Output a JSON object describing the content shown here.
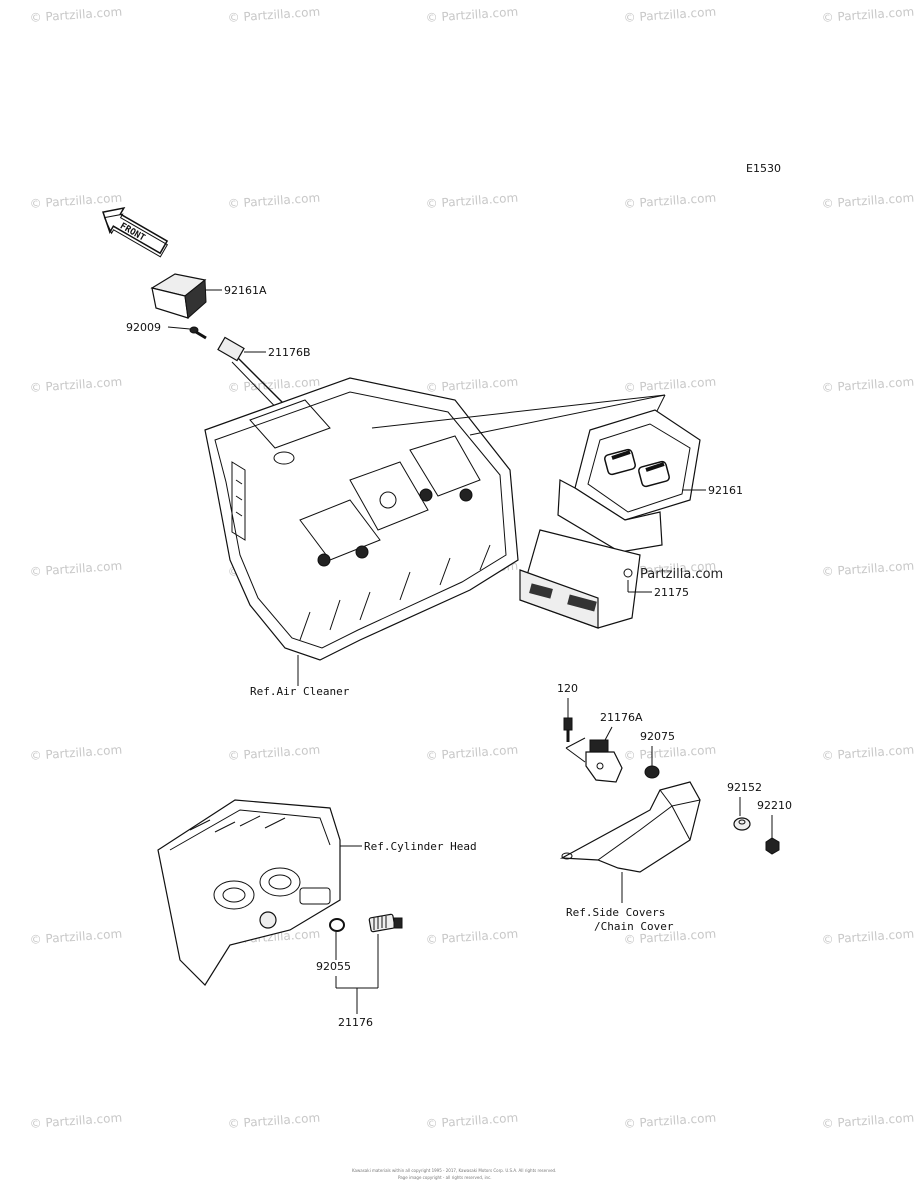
{
  "diagram_code": "E1530",
  "front_arrow_label": "FRONT",
  "watermark_text": "© Partzilla.com",
  "watermark_inline": "Partzilla.com",
  "part_labels": {
    "p92161A": "92161A",
    "p92009": "92009",
    "p21176B": "21176B",
    "p92161": "92161",
    "p21175": "21175",
    "p120": "120",
    "p21176A": "21176A",
    "p92075": "92075",
    "p92152": "92152",
    "p92210": "92210",
    "p92055": "92055",
    "p21176": "21176"
  },
  "reference_labels": {
    "air_cleaner": "Ref.Air Cleaner",
    "cylinder_head": "Ref.Cylinder Head",
    "side_covers_line1": "Ref.Side Covers",
    "side_covers_line2": "/Chain Cover"
  },
  "footer": {
    "line1": "Kawasaki materials within all copyright 1995 - 2017, Kawasaki Motors Corp. U.S.A. All rights reserved.",
    "line2": "Page image copyright - all rights reserved, inc."
  }
}
